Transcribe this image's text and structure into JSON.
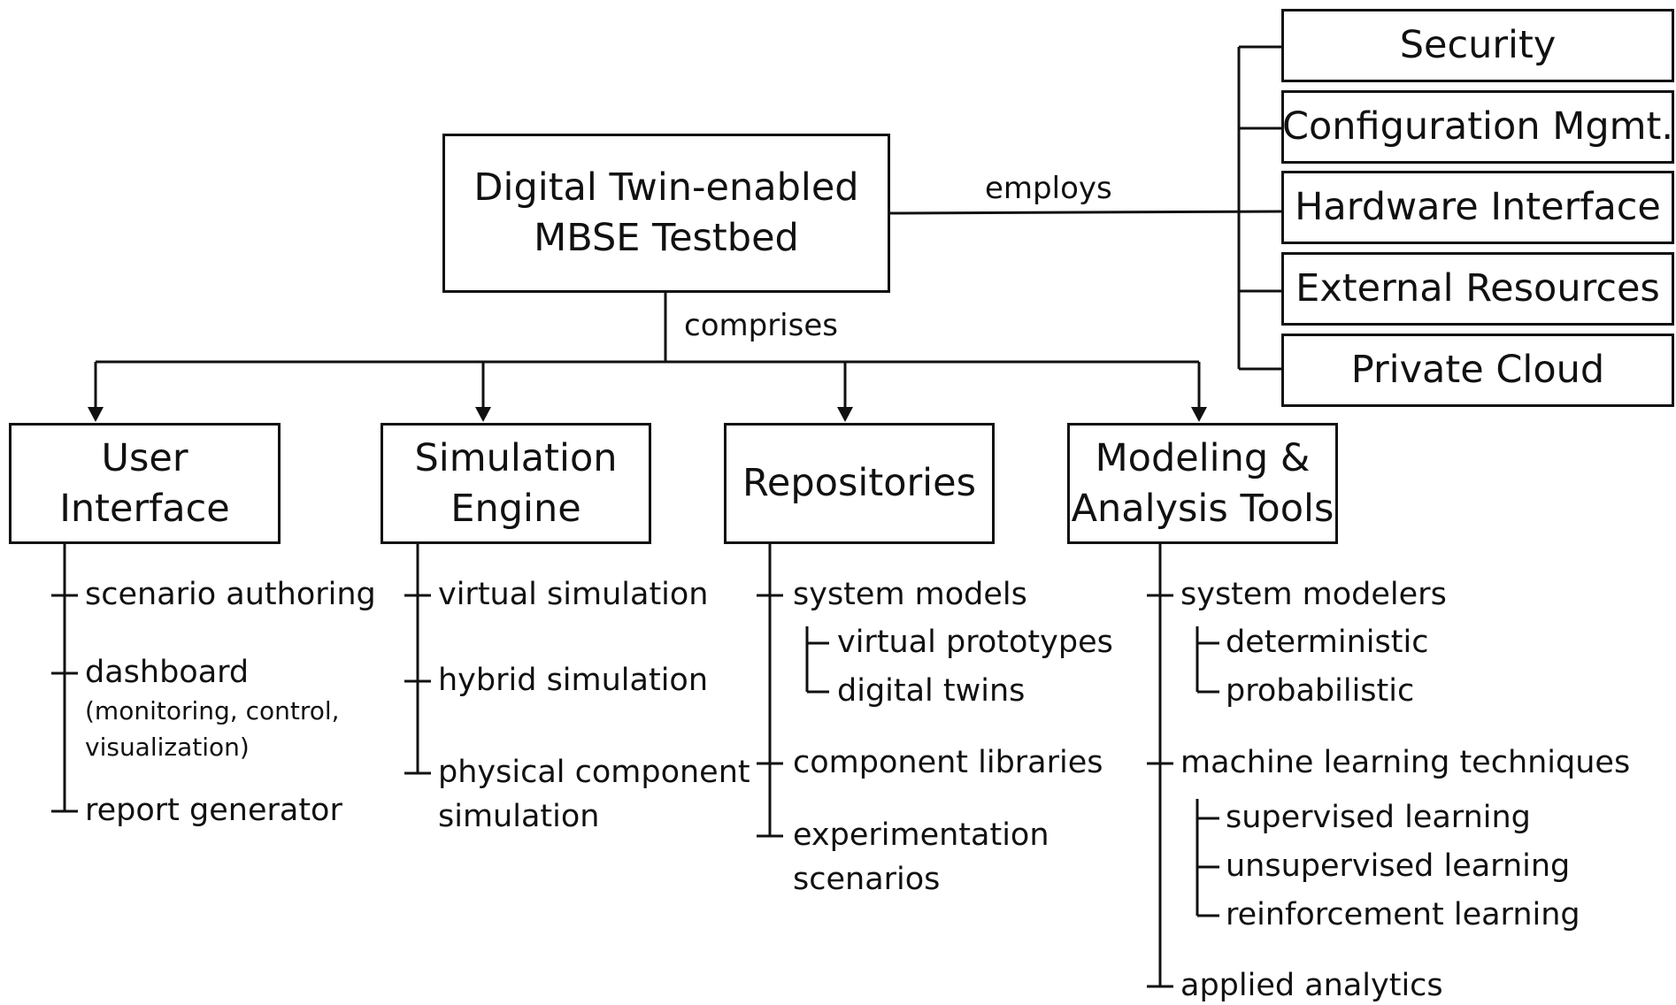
{
  "root": {
    "line1": "Digital Twin-enabled",
    "line2": "MBSE Testbed"
  },
  "relations": {
    "employs": "employs",
    "comprises": "comprises"
  },
  "services": [
    "Security",
    "Configuration Mgmt.",
    "Hardware Interface",
    "External Resources",
    "Private Cloud"
  ],
  "components": [
    {
      "line1": "User",
      "line2": "Interface",
      "items": [
        {
          "text": "scenario authoring"
        },
        {
          "text": "dashboard",
          "note1": "(monitoring, control,",
          "note2": "visualization)"
        },
        {
          "text": "report generator"
        }
      ]
    },
    {
      "line1": "Simulation",
      "line2": "Engine",
      "items": [
        {
          "text": "virtual simulation"
        },
        {
          "text": "hybrid simulation"
        },
        {
          "text": "physical component",
          "text2": "simulation"
        }
      ]
    },
    {
      "line1": "Repositories",
      "items": [
        {
          "text": "system models",
          "children": [
            "virtual prototypes",
            "digital twins"
          ]
        },
        {
          "text": "component libraries"
        },
        {
          "text": "experimentation",
          "text2": "scenarios"
        }
      ]
    },
    {
      "line1": "Modeling &",
      "line2": "Analysis Tools",
      "items": [
        {
          "text": "system modelers",
          "children": [
            "deterministic",
            "probabilistic"
          ]
        },
        {
          "text": "machine learning techniques",
          "children": [
            "supervised learning",
            "unsupervised learning",
            "reinforcement learning"
          ]
        },
        {
          "text": "applied analytics"
        }
      ]
    }
  ]
}
